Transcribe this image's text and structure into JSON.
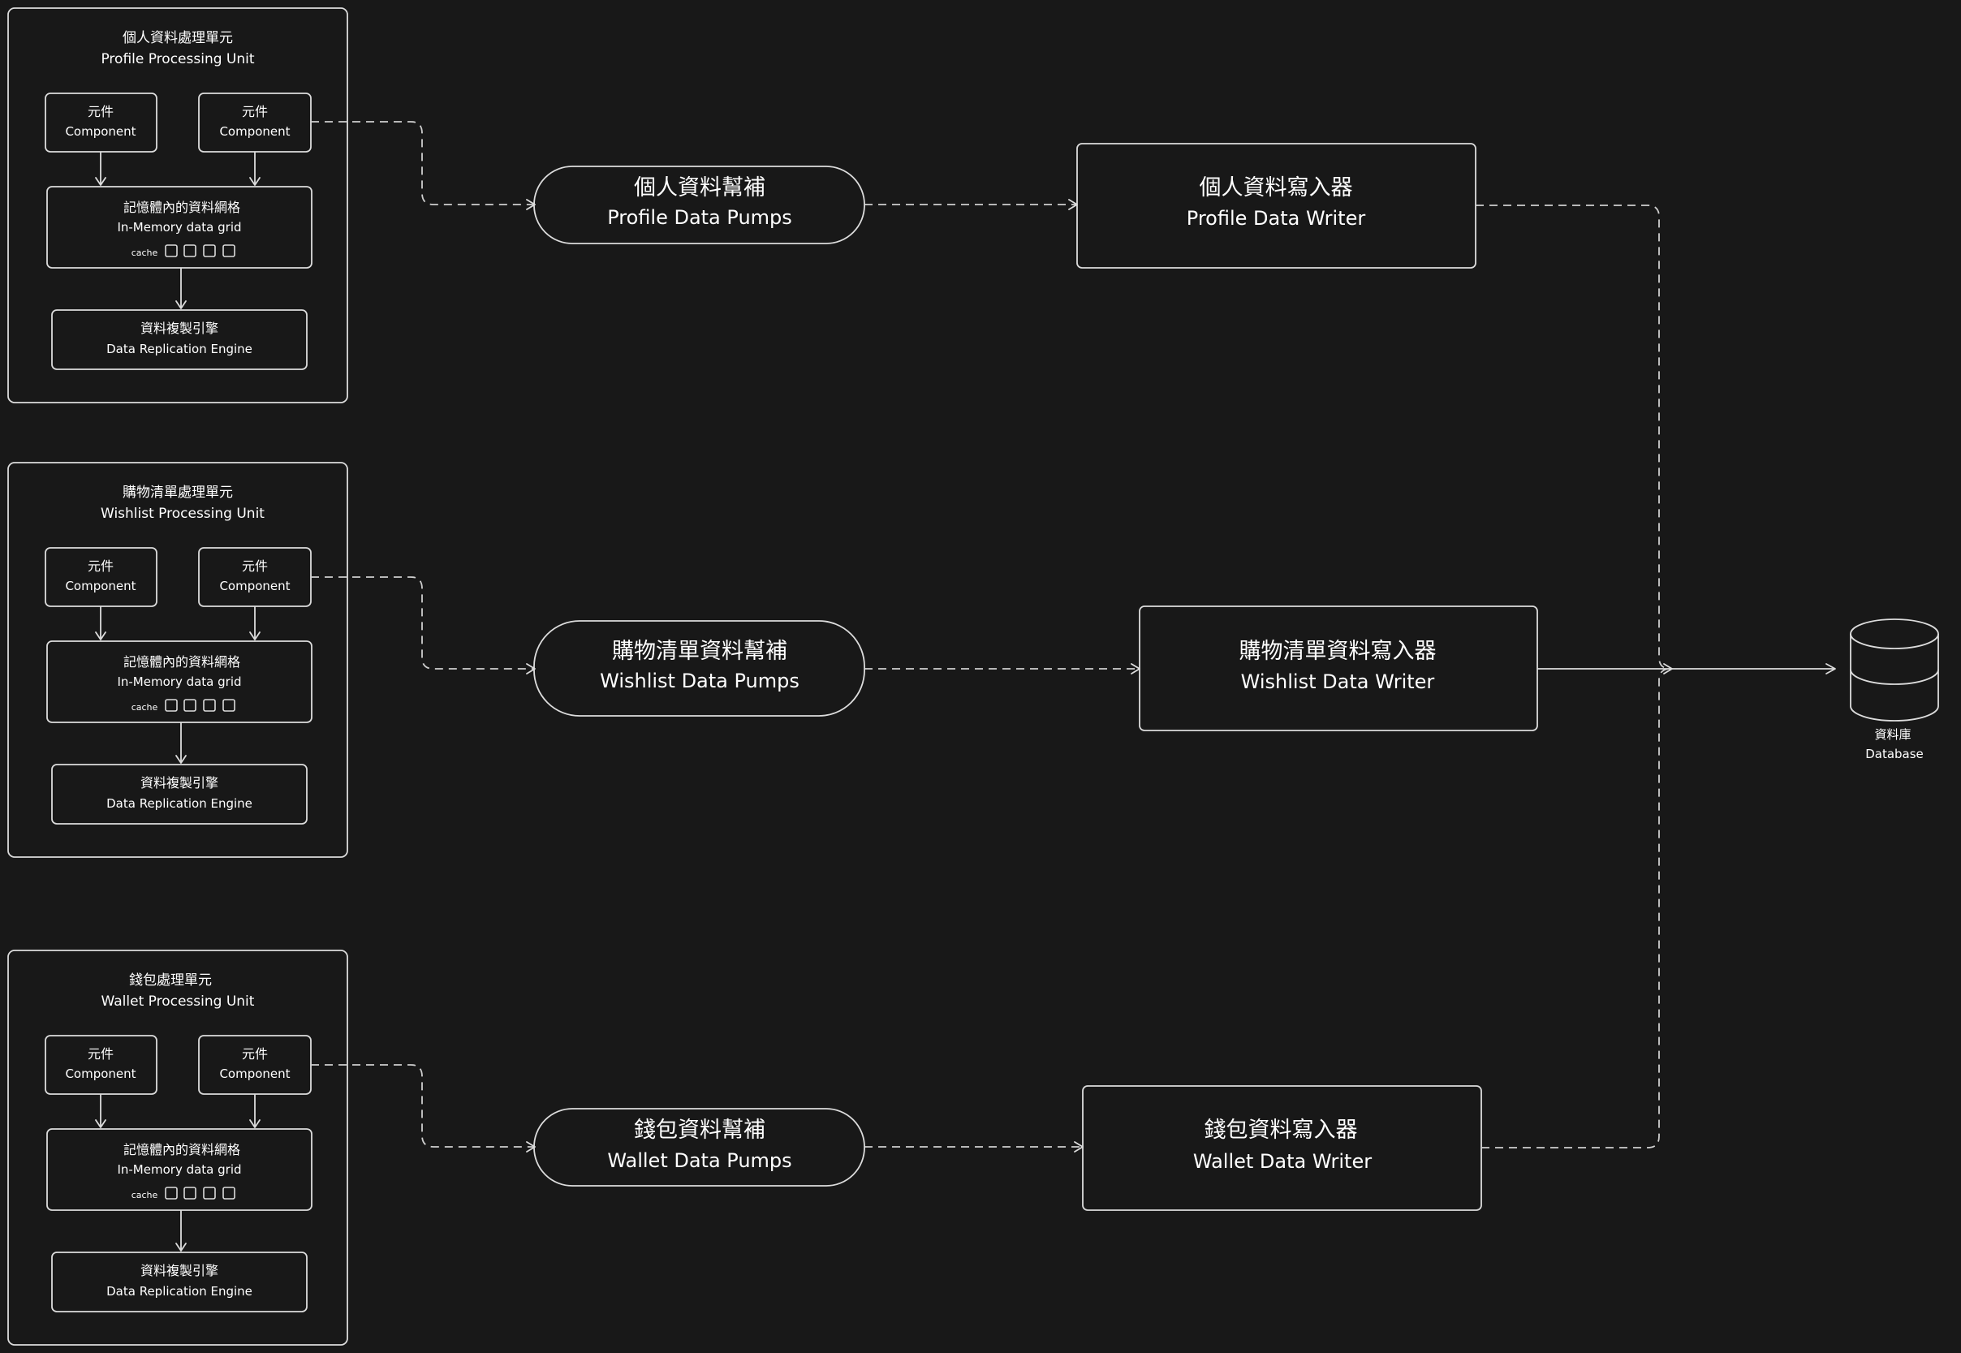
{
  "units": [
    {
      "key": "profile",
      "title_zh": "個人資料處理單元",
      "title_en": "Profile Processing Unit",
      "component_zh": "元件",
      "component_en": "Component",
      "grid_zh": "記憶體內的資料網格",
      "grid_en": "In-Memory data grid",
      "cache_label": "cache",
      "engine_zh": "資料複製引擎",
      "engine_en": "Data Replication Engine",
      "pump_zh": "個人資料幫補",
      "pump_en": "Profile Data Pumps",
      "writer_zh": "個人資料寫入器",
      "writer_en": "Profile Data Writer"
    },
    {
      "key": "wishlist",
      "title_zh": "購物清單處理單元",
      "title_en": "Wishlist Processing Unit",
      "component_zh": "元件",
      "component_en": "Component",
      "grid_zh": "記憶體內的資料網格",
      "grid_en": "In-Memory data grid",
      "cache_label": "cache",
      "engine_zh": "資料複製引擎",
      "engine_en": "Data Replication Engine",
      "pump_zh": "購物清單資料幫補",
      "pump_en": "Wishlist Data Pumps",
      "writer_zh": "購物清單資料寫入器",
      "writer_en": "Wishlist Data Writer"
    },
    {
      "key": "wallet",
      "title_zh": "錢包處理單元",
      "title_en": "Wallet Processing Unit",
      "component_zh": "元件",
      "component_en": "Component",
      "grid_zh": "記憶體內的資料網格",
      "grid_en": "In-Memory data grid",
      "cache_label": "cache",
      "engine_zh": "資料複製引擎",
      "engine_en": "Data Replication Engine",
      "pump_zh": "錢包資料幫補",
      "pump_en": "Wallet Data Pumps",
      "writer_zh": "錢包資料寫入器",
      "writer_en": "Wallet Data Writer"
    }
  ],
  "database": {
    "label_zh": "資料庫",
    "label_en": "Database"
  },
  "colors": {
    "background": "#181818",
    "stroke": "#dcdcdc",
    "text": "#ffffff"
  }
}
